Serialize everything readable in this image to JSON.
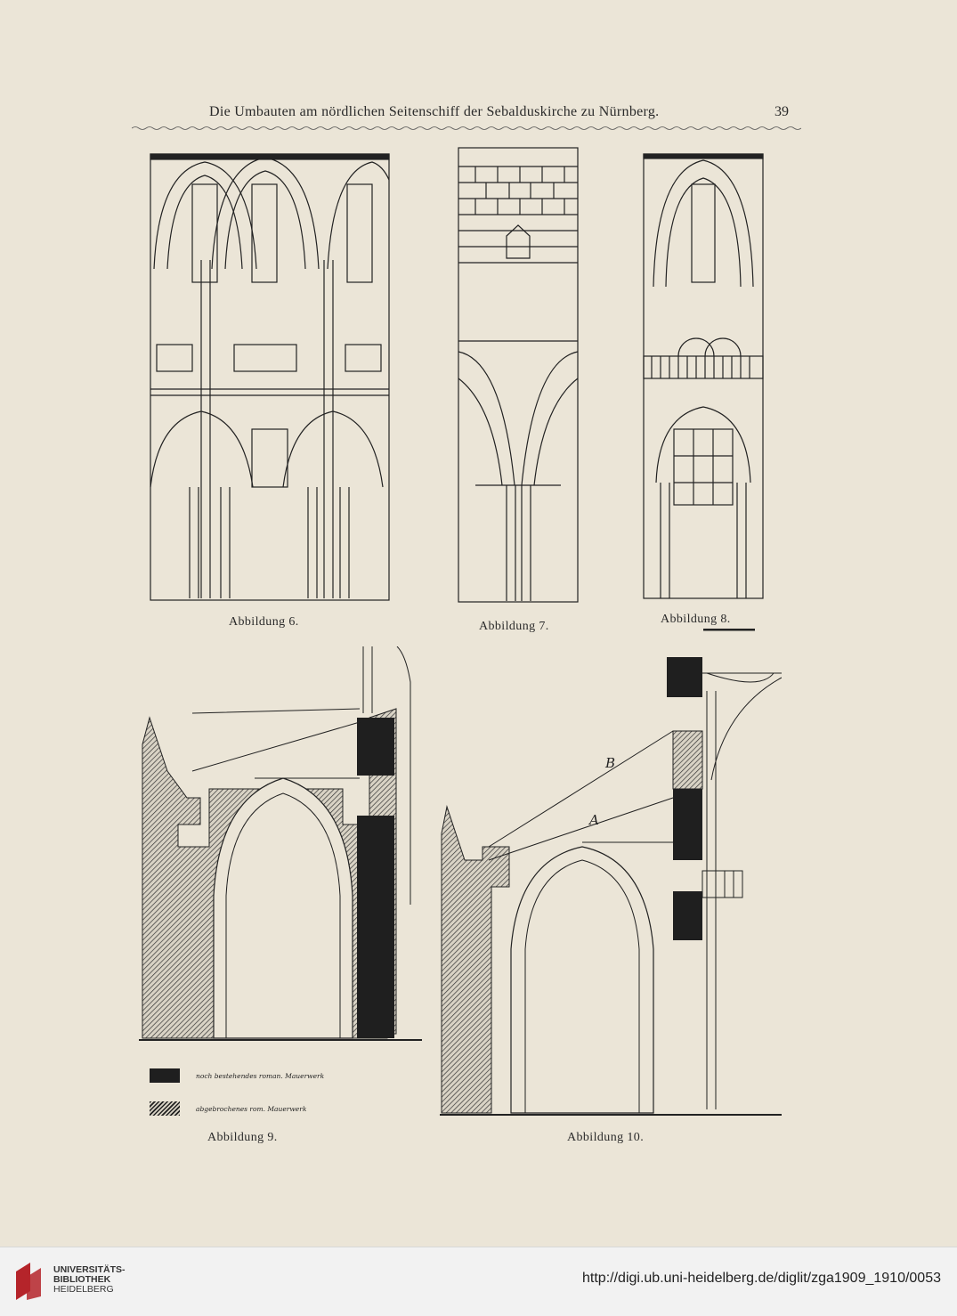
{
  "header": {
    "title": "Die Umbauten am nördlichen Seitenschiff der Sebalduskirche zu Nürnberg.",
    "page_number": "39"
  },
  "figures": [
    {
      "caption": "Abbildung 6."
    },
    {
      "caption": "Abbildung 7."
    },
    {
      "caption": "Abbildung 8."
    },
    {
      "caption": "Abbildung 9."
    },
    {
      "caption": "Abbildung 10."
    }
  ],
  "drawing_labels": {
    "b": "B",
    "a": "A"
  },
  "legend": [
    {
      "label": "noch bestehendes roman. Mauerwerk"
    },
    {
      "label": "abgebrochenes rom. Mauerwerk"
    }
  ],
  "footer": {
    "logo_lines": [
      "UNIVERSITÄTS-",
      "BIBLIOTHEK",
      "HEIDELBERG"
    ],
    "url": "http://digi.ub.uni-heidelberg.de/diglit/zga1909_1910/0053"
  },
  "colors": {
    "paper": "#ebe5d7",
    "ink": "#222222",
    "logo_red": "#b5242a"
  }
}
